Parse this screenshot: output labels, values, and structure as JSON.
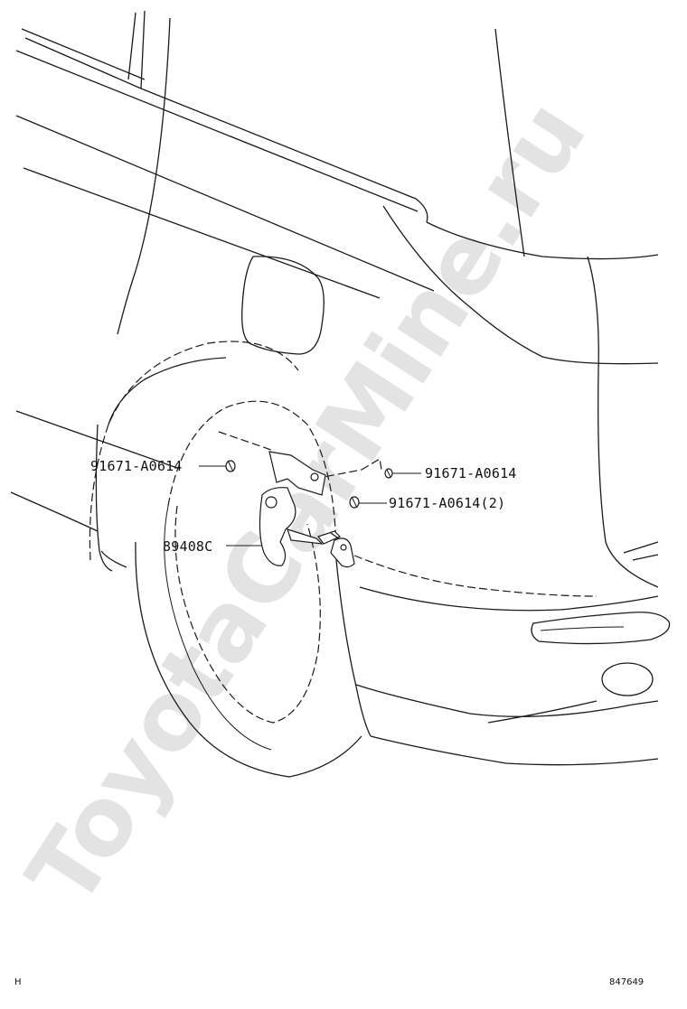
{
  "watermark": "ToyotaCarMine.ru",
  "callouts": {
    "bolt_left": "91671-A0614",
    "bolt_right_top": "91671-A0614",
    "bolt_right_pair": "91671-A0614(2)",
    "sensor": "89408C"
  },
  "corner_marks": {
    "bottom_left": "H",
    "bottom_right": "847649"
  }
}
